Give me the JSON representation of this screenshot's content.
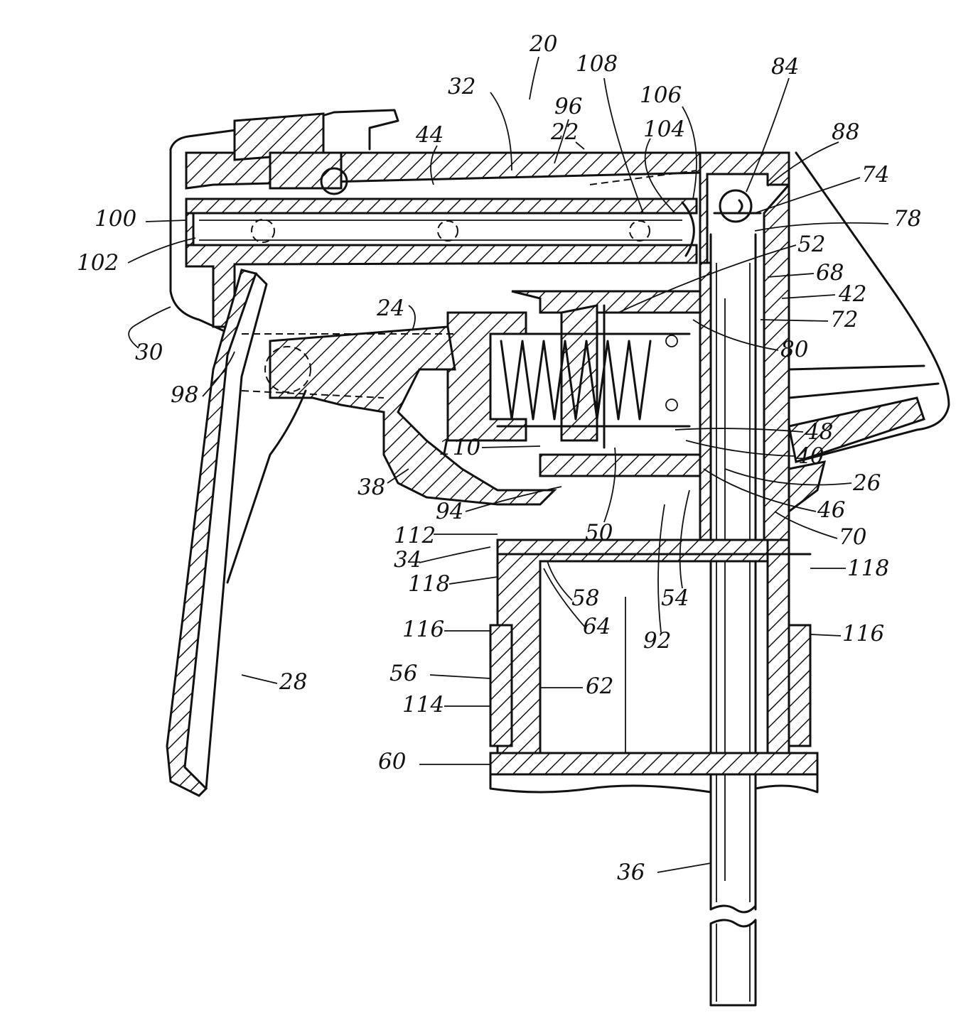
{
  "figure": {
    "labels": [
      {
        "id": "20",
        "text": "20"
      },
      {
        "id": "108",
        "text": "108"
      },
      {
        "id": "84",
        "text": "84"
      },
      {
        "id": "32",
        "text": "32"
      },
      {
        "id": "96",
        "text": "96"
      },
      {
        "id": "106",
        "text": "106"
      },
      {
        "id": "44",
        "text": "44"
      },
      {
        "id": "22",
        "text": "22"
      },
      {
        "id": "104",
        "text": "104"
      },
      {
        "id": "88",
        "text": "88"
      },
      {
        "id": "74",
        "text": "74"
      },
      {
        "id": "100",
        "text": "100"
      },
      {
        "id": "78",
        "text": "78"
      },
      {
        "id": "102",
        "text": "102"
      },
      {
        "id": "52",
        "text": "52"
      },
      {
        "id": "68",
        "text": "68"
      },
      {
        "id": "42",
        "text": "42"
      },
      {
        "id": "24",
        "text": "24"
      },
      {
        "id": "72",
        "text": "72"
      },
      {
        "id": "30",
        "text": "30"
      },
      {
        "id": "80",
        "text": "80"
      },
      {
        "id": "98",
        "text": "98"
      },
      {
        "id": "48",
        "text": "48"
      },
      {
        "id": "110",
        "text": "110"
      },
      {
        "id": "40",
        "text": "40"
      },
      {
        "id": "26",
        "text": "26"
      },
      {
        "id": "38",
        "text": "38"
      },
      {
        "id": "94",
        "text": "94"
      },
      {
        "id": "46",
        "text": "46"
      },
      {
        "id": "50",
        "text": "50"
      },
      {
        "id": "70",
        "text": "70"
      },
      {
        "id": "112",
        "text": "112"
      },
      {
        "id": "34",
        "text": "34"
      },
      {
        "id": "118a",
        "text": "118"
      },
      {
        "id": "118b",
        "text": "118"
      },
      {
        "id": "58",
        "text": "58"
      },
      {
        "id": "54",
        "text": "54"
      },
      {
        "id": "64",
        "text": "64"
      },
      {
        "id": "92",
        "text": "92"
      },
      {
        "id": "116a",
        "text": "116"
      },
      {
        "id": "116b",
        "text": "116"
      },
      {
        "id": "56",
        "text": "56"
      },
      {
        "id": "62",
        "text": "62"
      },
      {
        "id": "28",
        "text": "28"
      },
      {
        "id": "114",
        "text": "114"
      },
      {
        "id": "60",
        "text": "60"
      },
      {
        "id": "36",
        "text": "36"
      }
    ]
  }
}
